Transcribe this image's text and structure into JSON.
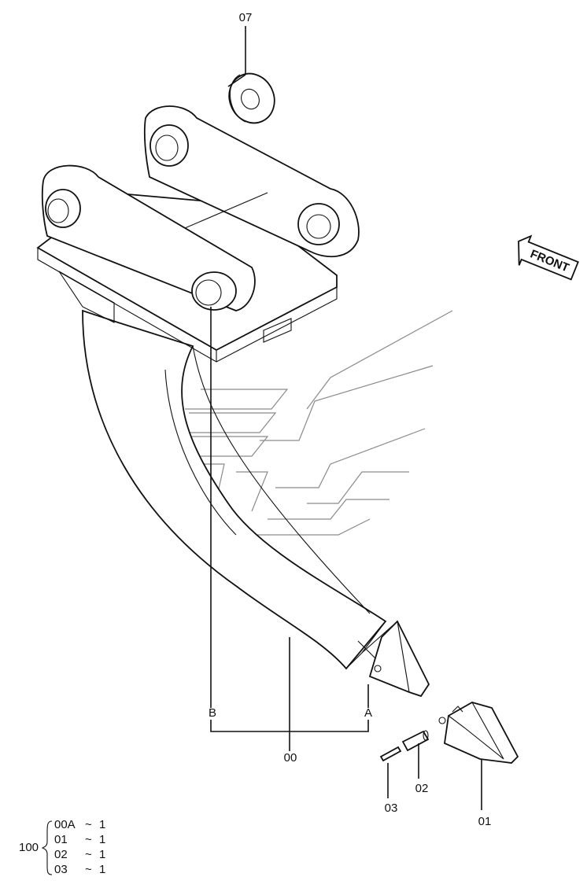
{
  "callouts": {
    "washer": "07",
    "ripper": "00",
    "point": "01",
    "pin": "02",
    "lock": "03",
    "view_a": "A",
    "view_b": "B"
  },
  "front_label": "FRONT",
  "parts_table": {
    "group": "100",
    "rows": [
      {
        "code": "00A",
        "sep": "~",
        "qty": "1"
      },
      {
        "code": "01",
        "sep": "~",
        "qty": "1"
      },
      {
        "code": "02",
        "sep": "~",
        "qty": "1"
      },
      {
        "code": "03",
        "sep": "~",
        "qty": "1"
      }
    ]
  }
}
